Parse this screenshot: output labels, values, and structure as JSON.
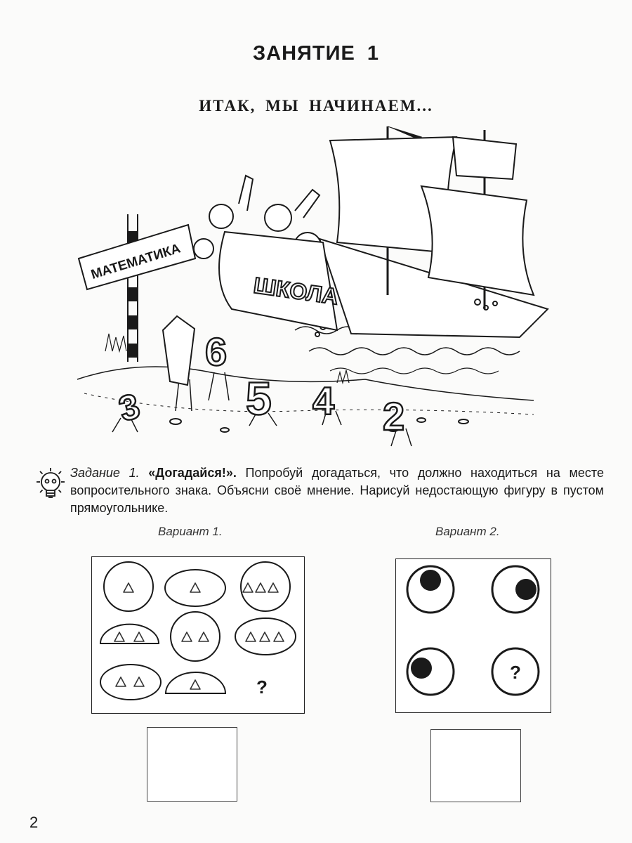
{
  "lesson": {
    "title": "ЗАНЯТИЕ 1",
    "subtitle": "ИТАК, МЫ НАЧИНАЕМ..."
  },
  "illustration": {
    "sign_text": "МАТЕМАТИКА",
    "ship_text": "ШКОЛА",
    "digits": [
      "3",
      "6",
      "5",
      "4",
      "2"
    ]
  },
  "task": {
    "label": "Задание 1.",
    "name": "«Догадайся!».",
    "text": "Попробуй догадаться, что должно находиться на месте вопросительного знака. Объясни своё мнение. Нарисуй недостающую фигуру в пустом прямоугольнике."
  },
  "variants": [
    {
      "label": "Вариант 1.",
      "cells": [
        {
          "shape": "circle",
          "triangles": 1
        },
        {
          "shape": "ellipse",
          "triangles": 1
        },
        {
          "shape": "circle",
          "triangles": 3
        },
        {
          "shape": "half-ellipse",
          "triangles": 2
        },
        {
          "shape": "circle",
          "triangles": 2
        },
        {
          "shape": "ellipse",
          "triangles": 3
        },
        {
          "shape": "ellipse",
          "triangles": 2
        },
        {
          "shape": "half-ellipse",
          "triangles": 1
        },
        {
          "shape": "unknown",
          "triangles": 0
        }
      ],
      "question_mark": "?"
    },
    {
      "label": "Вариант 2.",
      "cells": [
        {
          "pupil": "top"
        },
        {
          "pupil": "right"
        },
        {
          "pupil": "left"
        },
        {
          "pupil": "unknown"
        }
      ],
      "question_mark": "?"
    }
  ],
  "page_number": "2"
}
